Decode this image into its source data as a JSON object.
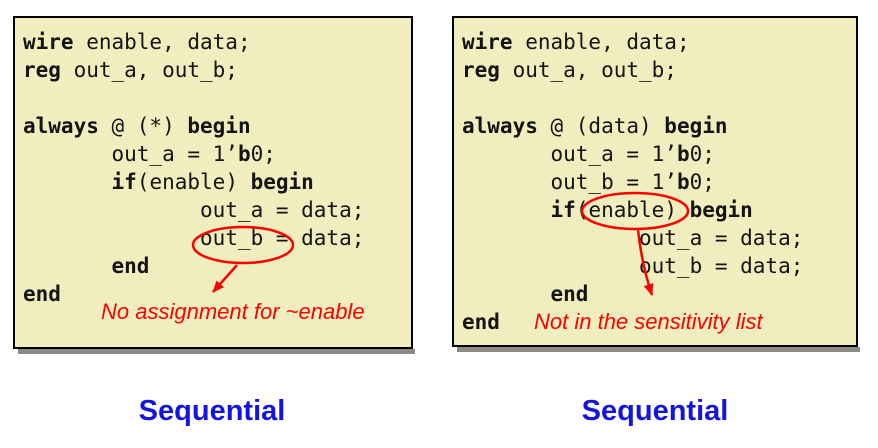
{
  "colors": {
    "box_bg": "#F0EDBE",
    "box_border": "#000000",
    "shadow": "#8B8B83",
    "code_text": "#141414",
    "annotation_red": "#FF0000",
    "label_blue": "#1414DF"
  },
  "panels": [
    {
      "id": "left",
      "code_lines": [
        [
          {
            "t": "wire",
            "b": true
          },
          {
            "t": " enable, data;"
          }
        ],
        [
          {
            "t": "reg",
            "b": true
          },
          {
            "t": " out_a, out_b;"
          }
        ],
        [],
        [
          {
            "t": "always",
            "b": true
          },
          {
            "t": " @ (*) "
          },
          {
            "t": "begin",
            "b": true
          }
        ],
        [
          {
            "t": "       out_a = 1’"
          },
          {
            "t": "b",
            "b": true
          },
          {
            "t": "0;"
          }
        ],
        [
          {
            "t": "       "
          },
          {
            "t": "if",
            "b": true
          },
          {
            "t": "(enable) "
          },
          {
            "t": "begin",
            "b": true
          }
        ],
        [
          {
            "t": "              out_a = data;"
          }
        ],
        [
          {
            "t": "              out_b = data;"
          }
        ],
        [
          {
            "t": "       "
          },
          {
            "t": "end",
            "b": true
          }
        ],
        [
          {
            "t": "end",
            "b": true
          }
        ]
      ],
      "circled_text": "out_b",
      "annotation": "No assignment for ~enable",
      "label": "Sequential"
    },
    {
      "id": "right",
      "code_lines": [
        [
          {
            "t": "wire",
            "b": true
          },
          {
            "t": " enable, data;"
          }
        ],
        [
          {
            "t": "reg",
            "b": true
          },
          {
            "t": " out_a, out_b;"
          }
        ],
        [],
        [
          {
            "t": "always",
            "b": true
          },
          {
            "t": " @ (data) "
          },
          {
            "t": "begin",
            "b": true
          }
        ],
        [
          {
            "t": "       out_a = 1’"
          },
          {
            "t": "b",
            "b": true
          },
          {
            "t": "0;"
          }
        ],
        [
          {
            "t": "       out_b = 1’"
          },
          {
            "t": "b",
            "b": true
          },
          {
            "t": "0;"
          }
        ],
        [
          {
            "t": "       "
          },
          {
            "t": "if",
            "b": true
          },
          {
            "t": "(enable) "
          },
          {
            "t": "begin",
            "b": true
          }
        ],
        [
          {
            "t": "              out_a = data;"
          }
        ],
        [
          {
            "t": "              out_b = data;"
          }
        ],
        [
          {
            "t": "       "
          },
          {
            "t": "end",
            "b": true
          }
        ],
        [
          {
            "t": "end",
            "b": true
          }
        ]
      ],
      "circled_text": "enable",
      "annotation": "Not in the sensitivity list",
      "label": "Sequential"
    }
  ]
}
